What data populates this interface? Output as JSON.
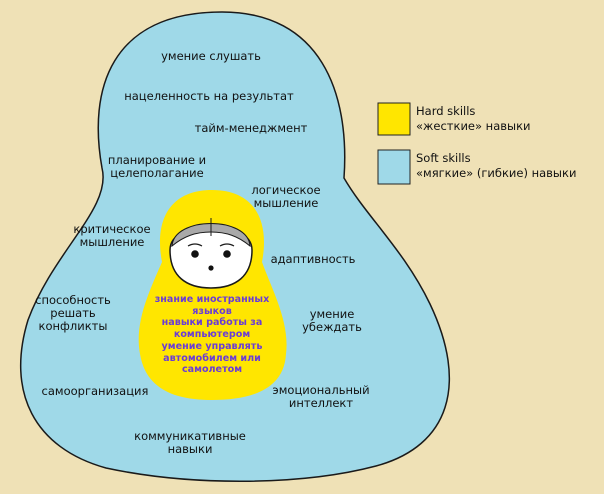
{
  "colors": {
    "background": "#efe1b6",
    "soft": "#9fd9e8",
    "hard": "#ffe600",
    "inner_text": "#6a3cd6",
    "outline": "#1a1a1a"
  },
  "soft_skills": [
    "умение слушать",
    "нацеленность на результат",
    "тайм-менеджмент",
    "планирование и\nцелеполагание",
    "логическое\nмышление",
    "критическое\nмышление",
    "адаптивность",
    "способность\nрешать\nконфликты",
    "умение\nубеждать",
    "самоорганизация",
    "эмоциональный\nинтеллект",
    "коммуникативные\nнавыки"
  ],
  "hard_skills": [
    "знание иностранных\nязыков",
    "навыки работы за\nкомпьютером",
    "умение управлять\nавтомобилем или\nсамолетом"
  ],
  "legend": {
    "hard": "Hard skills\n«жесткие» навыки",
    "soft": "Soft skills\n«мягкие» (гибкие) навыки"
  },
  "icons": {
    "face": "matryoshka-face-icon"
  }
}
